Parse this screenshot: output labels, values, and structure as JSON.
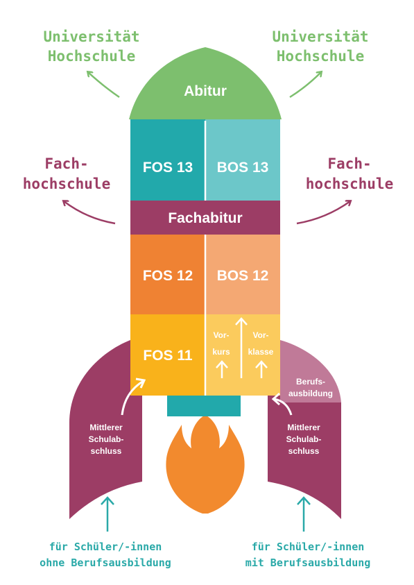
{
  "colors": {
    "green": "#7dbf6e",
    "teal_dark": "#22a9ab",
    "teal_light": "#6cc7c9",
    "plum": "#9c3d65",
    "plum_light": "#c07a98",
    "orange_dark": "#ef8233",
    "orange_light": "#f4a873",
    "yellow_dark": "#f9b21b",
    "yellow_light": "#fbcb5d",
    "flame": "#f28a2e",
    "accent_teal": "#2aa9a8"
  },
  "top": {
    "abitur": "Abitur",
    "uni_left_line1": "Universität",
    "uni_left_line2": "Hochschule",
    "uni_right_line1": "Universität",
    "uni_right_line2": "Hochschule"
  },
  "upper": {
    "fos13": "FOS 13",
    "bos13": "BOS 13",
    "fachabitur": "Fachabitur",
    "fh_left_line1": "Fach-",
    "fh_left_line2": "hochschule",
    "fh_right_line1": "Fach-",
    "fh_right_line2": "hochschule"
  },
  "middle": {
    "fos12": "FOS 12",
    "bos12": "BOS 12",
    "fos11": "FOS 11",
    "vorkurs_line1": "Vor-",
    "vorkurs_line2": "kurs",
    "vorklasse_line1": "Vor-",
    "vorklasse_line2": "klasse"
  },
  "fins": {
    "left_line1": "Mittlerer",
    "left_line2": "Schulab-",
    "left_line3": "schluss",
    "right_line1": "Mittlerer",
    "right_line2": "Schulab-",
    "right_line3": "schluss",
    "beruf_line1": "Berufs-",
    "beruf_line2": "ausbildung"
  },
  "bottom": {
    "left_line1": "für Schüler/-innen",
    "left_line2": "ohne Berufsausbildung",
    "right_line1": "für Schüler/-innen",
    "right_line2": "mit Berufsausbildung"
  }
}
